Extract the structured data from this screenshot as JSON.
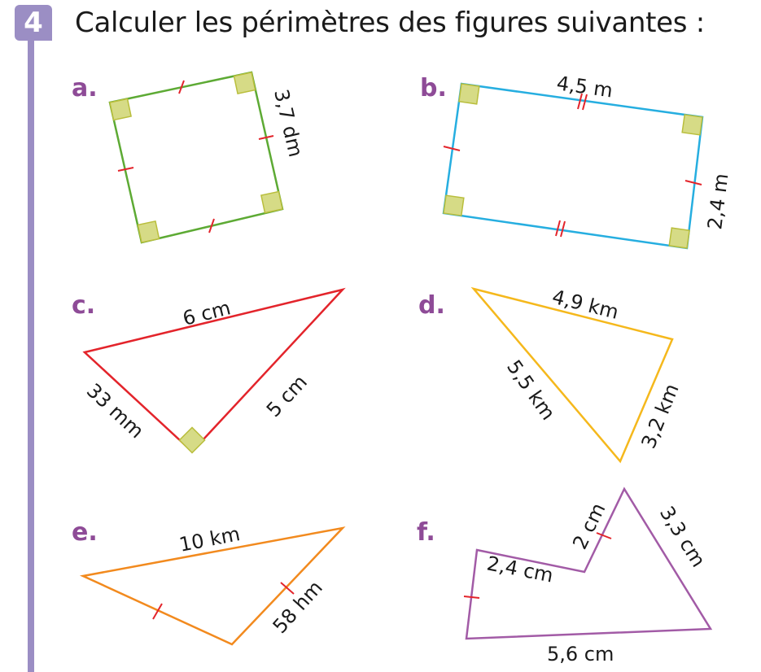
{
  "exercise": {
    "number": "4",
    "title": "Calculer les périmètres des figures suivantes :"
  },
  "figures": {
    "a": {
      "letter": "a.",
      "side": "3,7 dm",
      "color": "#5DAA34"
    },
    "b": {
      "letter": "b.",
      "length": "4,5 m",
      "width": "2,4 m",
      "color": "#26AEE0"
    },
    "c": {
      "letter": "c.",
      "hyp": "6 cm",
      "side1": "33 mm",
      "side2": "5 cm",
      "color": "#E3242B"
    },
    "d": {
      "letter": "d.",
      "top": "4,9 km",
      "left": "5,5 km",
      "right": "3,2 km",
      "color": "#F5B81C"
    },
    "e": {
      "letter": "e.",
      "top": "10 km",
      "right": "58 hm",
      "color": "#F28A1E"
    },
    "f": {
      "letter": "f.",
      "s1": "2 cm",
      "s2": "3,3 cm",
      "s3": "2,4 cm",
      "s4": "5,6 cm",
      "color": "#A25BA6"
    }
  },
  "colors": {
    "accent": "#9B8EC4",
    "letter": "#8E4B97",
    "right_angle": "#D6DB86",
    "tick": "#E3242B"
  }
}
